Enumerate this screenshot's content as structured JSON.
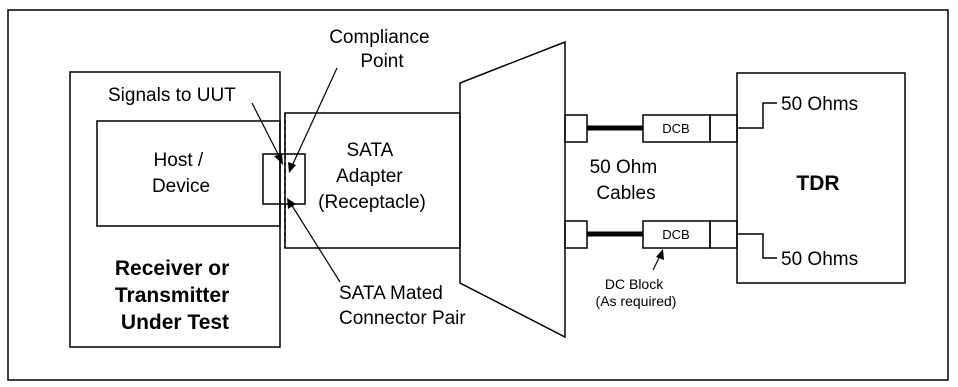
{
  "labels": {
    "signals_to_uut": "Signals to UUT",
    "compliance_line1": "Compliance",
    "compliance_line2": "Point",
    "host_line1": "Host /",
    "host_line2": "Device",
    "adapter_line1": "SATA",
    "adapter_line2": "Adapter",
    "adapter_line3": "(Receptacle)",
    "rx_tx_line1": "Receiver or",
    "rx_tx_line2": "Transmitter",
    "rx_tx_line3": "Under Test",
    "mated_line1": "SATA Mated",
    "mated_line2": "Connector Pair",
    "cables_line1": "50 Ohm",
    "cables_line2": "Cables",
    "dcb_top": "DCB",
    "dcb_bottom": "DCB",
    "dc_block_line1": "DC Block",
    "dc_block_line2": "(As required)",
    "tdr": "TDR",
    "ohms_top": "50 Ohms",
    "ohms_bottom": "50 Ohms"
  },
  "colors": {
    "stroke": "#000000",
    "background": "#ffffff"
  }
}
